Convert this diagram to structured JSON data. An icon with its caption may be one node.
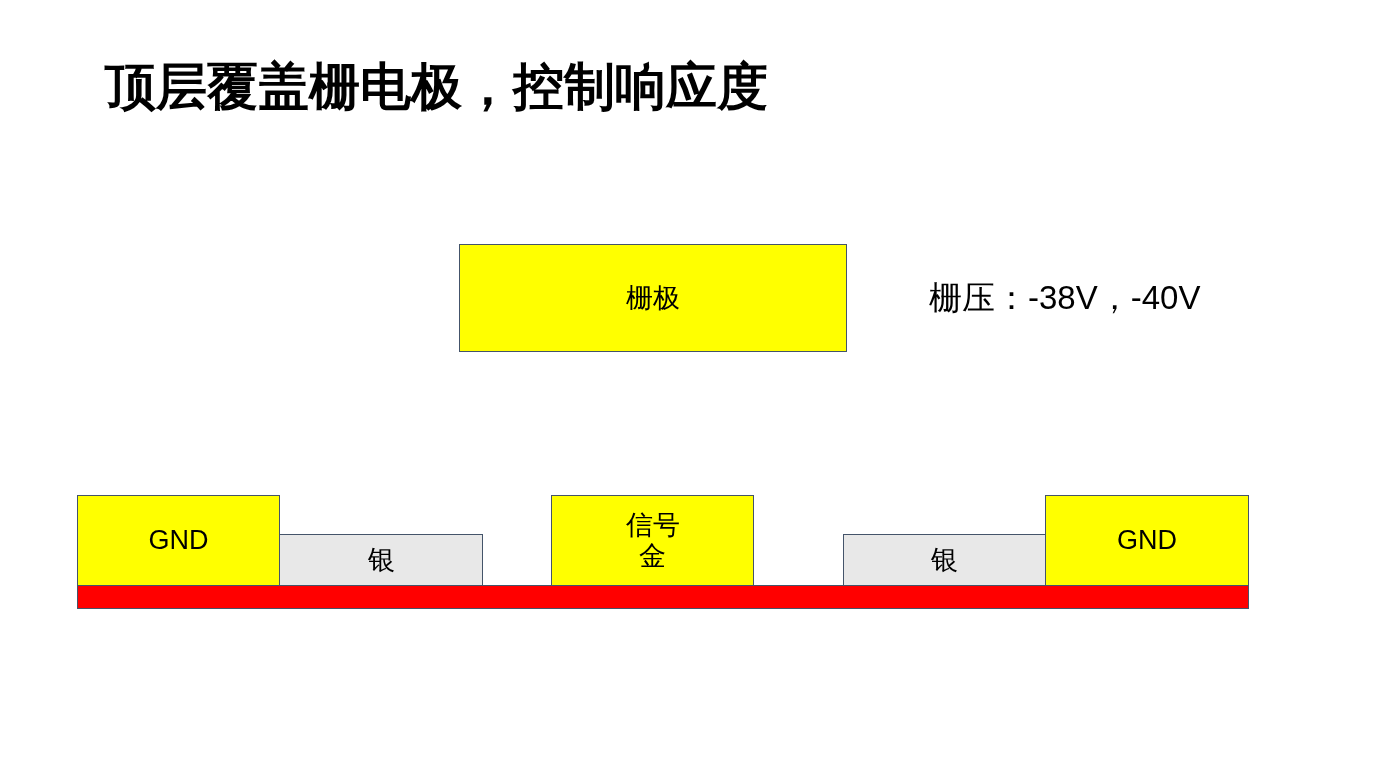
{
  "diagram": {
    "title": "顶层覆盖栅电极，控制响应度",
    "nodes": [
      {
        "text": [
          "栅极"
        ]
      },
      {
        "text": [
          "GND"
        ]
      },
      {
        "text": [
          "银"
        ]
      },
      {
        "text": [
          "信号",
          "金"
        ]
      },
      {
        "text": [
          "银"
        ]
      },
      {
        "text": [
          "GND"
        ]
      },
      {
        "text": [],
        "shape": "bar"
      }
    ],
    "labels": [
      "栅压：-38V，-40V"
    ]
  }
}
